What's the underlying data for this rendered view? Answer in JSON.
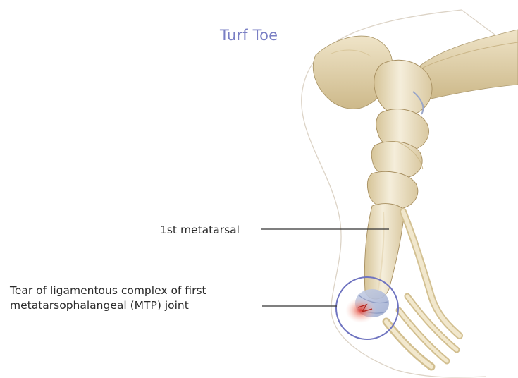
{
  "title": "Turf Toe",
  "labels": {
    "metatarsal": "1st metatarsal",
    "tear_line1": "Tear of ligamentous complex of first",
    "tear_line2": "metatarsophalangeal (MTP) joint"
  },
  "colors": {
    "title": "#7a7fc4",
    "label_text": "#2b2b2b",
    "leader_line": "#333333",
    "highlight_circle": "#6f74c0",
    "bone_light": "#f3ead4",
    "bone_shade": "#d8c79e",
    "bone_outline": "#a89468",
    "skin_outline": "#d8cfc2",
    "ligament": "#aab7d6",
    "tear_red": "#d9342b"
  }
}
